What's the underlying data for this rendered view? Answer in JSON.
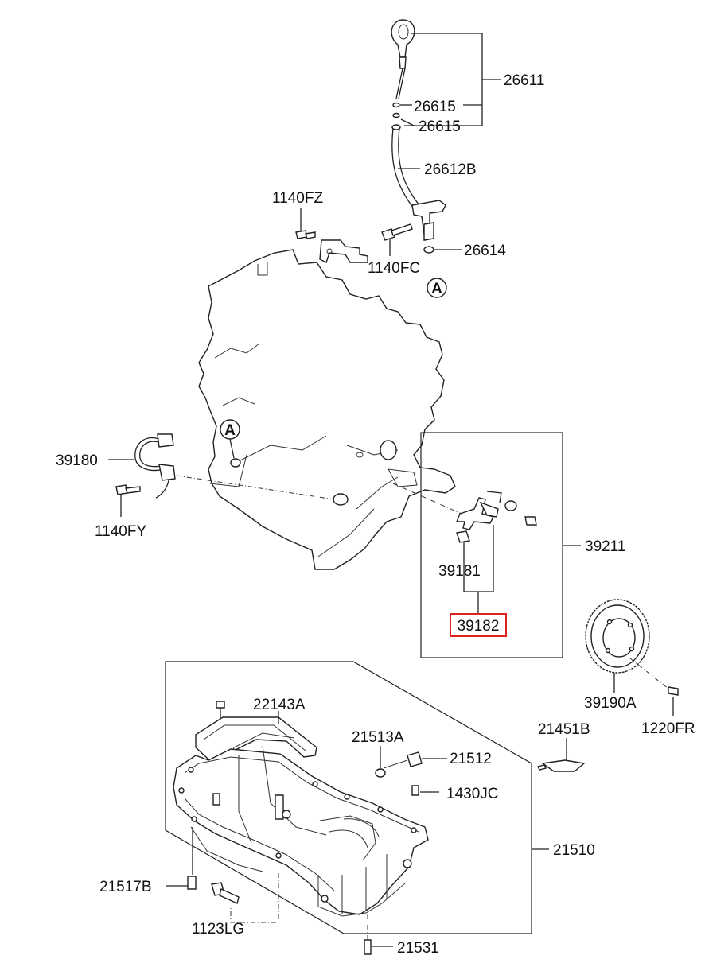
{
  "diagram": {
    "highlight_color": "#e0201c",
    "callout_letter": "A",
    "parts": [
      {
        "id": "p26611",
        "label": "26611"
      },
      {
        "id": "p26615a",
        "label": "26615"
      },
      {
        "id": "p26615b",
        "label": "26615"
      },
      {
        "id": "p26612b",
        "label": "26612B"
      },
      {
        "id": "p1140fz",
        "label": "1140FZ"
      },
      {
        "id": "p26614",
        "label": "26614"
      },
      {
        "id": "p1140fc",
        "label": "1140FC"
      },
      {
        "id": "p39180",
        "label": "39180"
      },
      {
        "id": "p1140fy",
        "label": "1140FY"
      },
      {
        "id": "p39211",
        "label": "39211"
      },
      {
        "id": "p39181",
        "label": "39181"
      },
      {
        "id": "p39182",
        "label": "39182",
        "highlighted": true
      },
      {
        "id": "p39190a",
        "label": "39190A"
      },
      {
        "id": "p1220fr",
        "label": "1220FR"
      },
      {
        "id": "p22143a",
        "label": "22143A"
      },
      {
        "id": "p21513a",
        "label": "21513A"
      },
      {
        "id": "p21512",
        "label": "21512"
      },
      {
        "id": "p21451b",
        "label": "21451B"
      },
      {
        "id": "p1430jc",
        "label": "1430JC"
      },
      {
        "id": "p21510",
        "label": "21510"
      },
      {
        "id": "p21517b",
        "label": "21517B"
      },
      {
        "id": "p1123lg",
        "label": "1123LG"
      },
      {
        "id": "p21531",
        "label": "21531"
      }
    ]
  }
}
